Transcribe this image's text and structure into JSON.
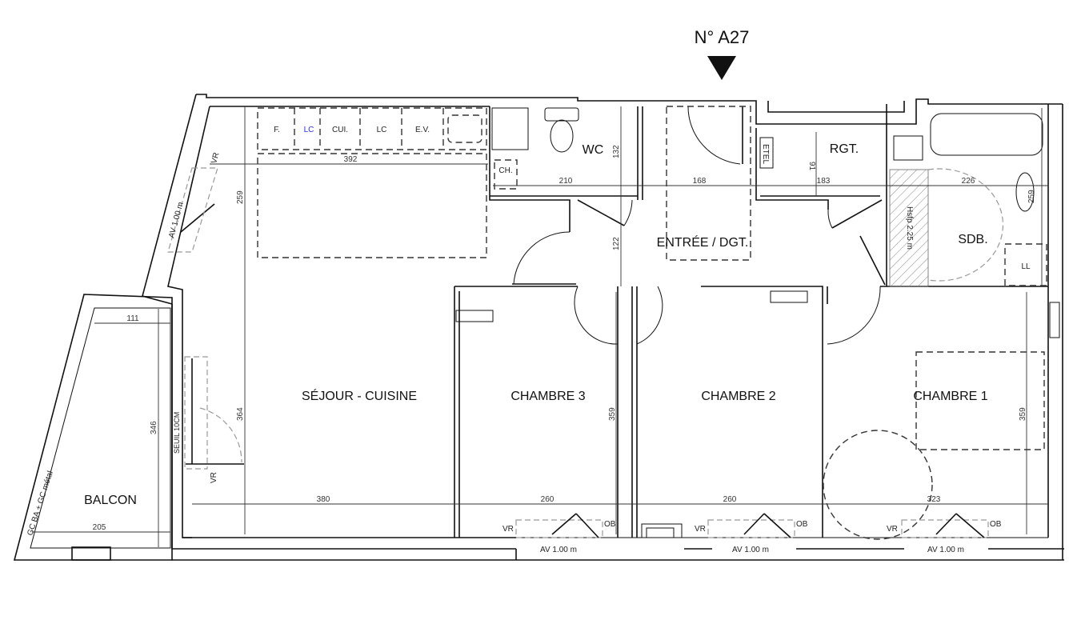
{
  "plan": {
    "unit_number": "N° A27",
    "rooms": {
      "sejour": "SÉJOUR - CUISINE",
      "chambre3": "CHAMBRE 3",
      "chambre2": "CHAMBRE 2",
      "chambre1": "CHAMBRE 1",
      "entree": "ENTRÉE / DGT.",
      "wc": "WC",
      "rgt": "RGT.",
      "sdb": "SDB.",
      "balcon": "BALCON"
    },
    "kitchen": [
      "F.",
      "LC",
      "CUI.",
      "LC",
      "E.V."
    ],
    "fixtures": {
      "ch": "CH.",
      "etel": "ETEL",
      "ll": "LL",
      "hsfp": "Hsfp 2.25 m",
      "seuil": "SEUIL 10CM",
      "garde_corps": "GC BA + GC métal"
    },
    "windows": {
      "vr": "VR",
      "ob": "OB",
      "av": "AV 1.00 m"
    },
    "dimensions": {
      "d392": "392",
      "d259a": "259",
      "d364": "364",
      "d380": "380",
      "d260a": "260",
      "d260b": "260",
      "d323": "323",
      "d359a": "359",
      "d359b": "359",
      "d210": "210",
      "d168": "168",
      "d183": "183",
      "d226": "226",
      "d132": "132",
      "d122": "122",
      "d91": "91",
      "d259b": "259",
      "d111": "111",
      "d346": "346",
      "d205": "205"
    },
    "colors": {
      "lc_highlight": "#2a2aff"
    }
  }
}
